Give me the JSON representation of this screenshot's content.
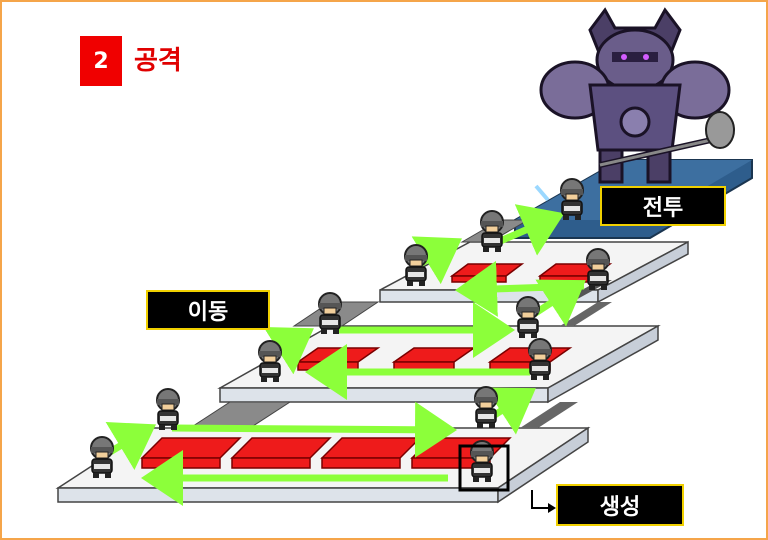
{
  "header": {
    "step_number": "2",
    "title": "공격"
  },
  "labels": {
    "battle": "전투",
    "move": "이동",
    "spawn": "생성"
  },
  "colors": {
    "frame_border": "#f5a54a",
    "badge": "#f00000",
    "arrow": "#8cff3a",
    "block": "#ee1b1b",
    "boss_platform": "#2e5d8c"
  }
}
